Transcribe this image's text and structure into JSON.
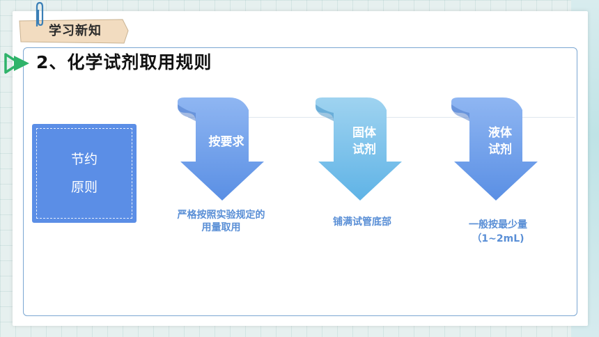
{
  "header": {
    "tag_label": "学习新知"
  },
  "section": {
    "title": "2、化学试剂取用规则"
  },
  "principle": {
    "line1": "节约",
    "line2": "原则"
  },
  "columns": [
    {
      "arrow_line1": "按要求",
      "arrow_line2": "",
      "desc_line1": "严格按照实验规定的",
      "desc_line2": "用量取用"
    },
    {
      "arrow_line1": "固体",
      "arrow_line2": "试剂",
      "desc_line1": "铺满试管底部",
      "desc_line2": ""
    },
    {
      "arrow_line1": "液体",
      "arrow_line2": "试剂",
      "desc_line1": "一般按最少量",
      "desc_line2": "（1~2mL)"
    }
  ],
  "colors": {
    "principle_bg": "#5b8ee6",
    "desc_text": "#5a8fd6",
    "accent_green": "#2fb36a"
  }
}
